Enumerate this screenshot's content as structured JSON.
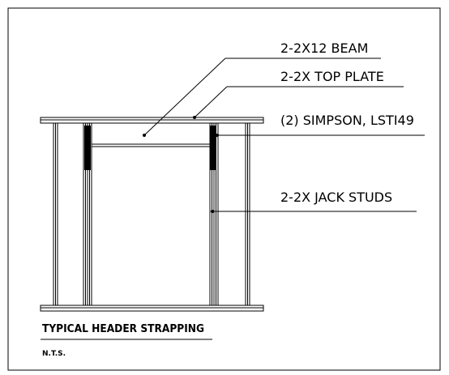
{
  "labels": {
    "beam": "2-2X12 BEAM",
    "top_plate": "2-2X TOP PLATE",
    "strap": "(2) SIMPSON, LSTI49",
    "jack_studs": "2-2X JACK STUDS"
  },
  "title": "TYPICAL HEADER STRAPPING",
  "scale_note": "N.T.S.",
  "colors": {
    "line": "#000000",
    "background": "#ffffff"
  }
}
